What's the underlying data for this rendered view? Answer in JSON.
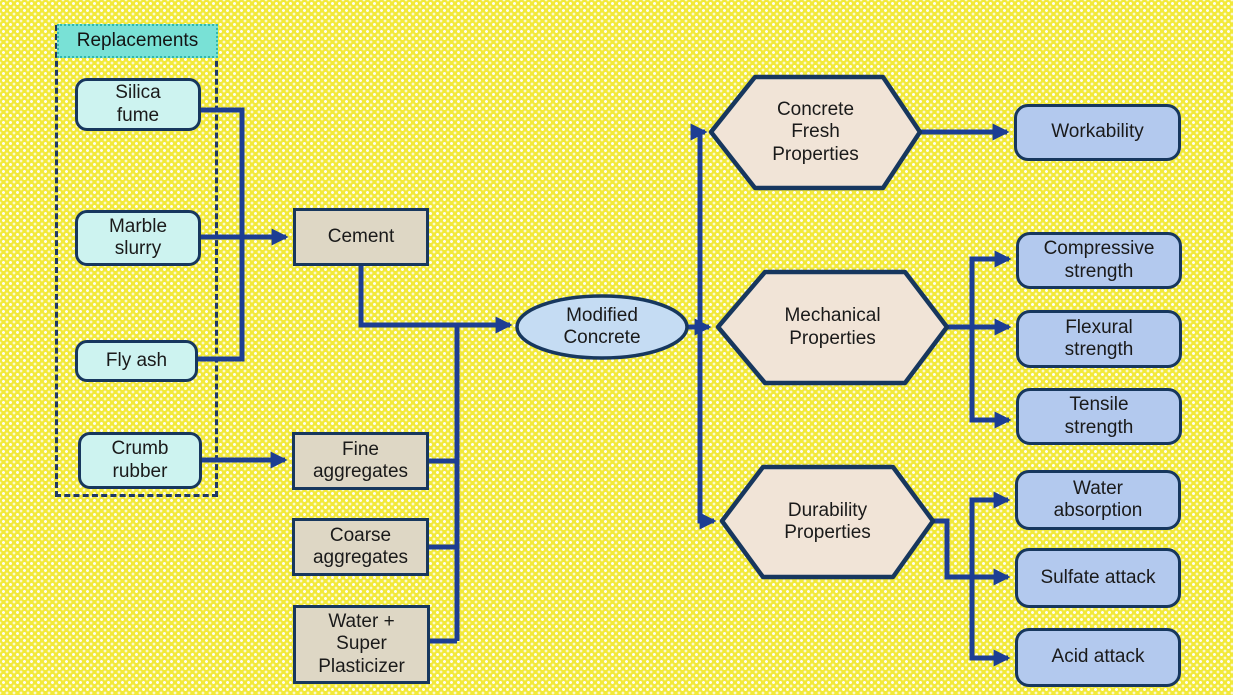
{
  "replacements": {
    "header": "Replacements",
    "items": [
      {
        "label": "Silica fume"
      },
      {
        "label": "Marble slurry"
      },
      {
        "label": "Fly ash"
      },
      {
        "label": "Crumb rubber"
      }
    ]
  },
  "mix_components": [
    {
      "label": "Cement"
    },
    {
      "label": "Fine aggregates"
    },
    {
      "label": "Coarse aggregates"
    },
    {
      "label": "Water + Super Plasticizer"
    }
  ],
  "product": {
    "label": "Modified Concrete"
  },
  "property_groups": [
    {
      "label": "Concrete Fresh Properties"
    },
    {
      "label": "Mechanical Properties"
    },
    {
      "label": "Durability Properties"
    }
  ],
  "tests": {
    "fresh": [
      {
        "label": "Workability"
      }
    ],
    "mechanical": [
      {
        "label": "Compressive strength"
      },
      {
        "label": "Flexural strength"
      },
      {
        "label": "Tensile strength"
      }
    ],
    "durability": [
      {
        "label": "Water absorption"
      },
      {
        "label": "Sulfate attack"
      },
      {
        "label": "Acid attack"
      }
    ]
  },
  "colors": {
    "background_yellow": "#F2E93A",
    "node_border_navy": "#17375E",
    "connector_blue": "#1D3E93",
    "replacement_fill_cyan": "#CDF3F0",
    "replacement_header_fill": "#79E1D6",
    "component_fill_tan": "#DED7C5",
    "hexagon_fill": "#F1E4D7",
    "outcome_fill_blue": "#B3C9EE",
    "product_fill_blue": "#C5DCF3"
  }
}
